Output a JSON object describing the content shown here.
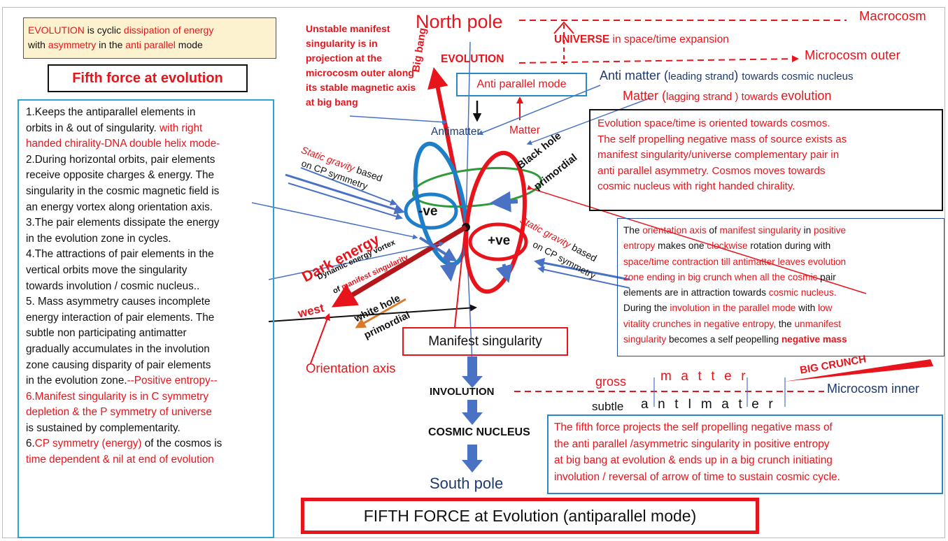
{
  "frame": "",
  "top_note": {
    "t1": "EVOLUTION",
    "t2": " is  cyclic ",
    "t3": "dissipation of energy",
    "t4": "with ",
    "t5": "asymmetry",
    "t6": " in the  ",
    "t7": "anti parallel",
    "t8": " mode"
  },
  "fifth_force_title": "Fifth force at evolution",
  "left_list": {
    "l1": "1.Keeps the  antiparallel elements in",
    "l2a": "orbits in  & out of singularity. ",
    "l2b": "with right",
    "l3": "handed chirality-DNA double helix mode-",
    "l4": "2.During horizontal orbits,  pair elements",
    "l5": "receive opposite charges & energy. The",
    "l6": "singularity in the cosmic magnetic field is",
    "l7": "an energy vortex along orientation axis.",
    "l8": "3.The pair elements dissipate the energy",
    "l9": "in the evolution zone in cycles.",
    "l10": "4.The attractions of pair elements in the",
    "l11": "vertical orbits move the singularity",
    "l12": "towards involution / cosmic nucleus..",
    "l13": "5. Mass asymmetry causes incomplete",
    "l14": "energy interaction of  pair elements. The",
    "l15": "subtle non participating antimatter",
    "l16": "gradually accumulates in the involution",
    "l17": "zone causing  disparity of pair elements",
    "l18a": "in the evolution zone.",
    "l18b": "--Positive entropy--",
    "l19": "6.Manifest singularity is in C symmetry",
    "l20": "depletion  & the P symmetry of universe",
    "l21": "is sustained by complementarity.",
    "l22a": "6.",
    "l22b": "CP symmetry (energy)",
    "l22c": " of the cosmos is",
    "l23": "time dependent & nil at end of evolution"
  },
  "unstable_note": "Unstable manifest singularity is in projection at the microcosm outer along its stable magnetic axis  at big bang",
  "labels": {
    "north_pole": "North pole",
    "evolution": "EVOLUTION",
    "big_bang": "Big bang",
    "macrocosm": "Macrocosm",
    "universe_a": "UNIVERSE",
    "universe_b": " in space/time expansion",
    "microcosm_outer": "Microcosm outer",
    "anti_matter_a": "Anti matter (",
    "anti_matter_b": "leading strand",
    "anti_matter_c": ") ",
    "anti_matter_d": "towards cosmic nucleus",
    "matter_a": "Matter (",
    "matter_b": "lagging strand ",
    "matter_c": ") towards ",
    "matter_d": "evolution",
    "anti_parallel_mode": "Anti parallel mode",
    "antimatter": "Antimatter",
    "matter": "Matter",
    "black_hole": "Black hole",
    "primordial": "primordial",
    "static_gravity_a": "Static gravity",
    "static_gravity_b": " based",
    "on_cp": "on CP symmetry",
    "neg_ve": "-ve",
    "pos_ve": "+ve",
    "dark_energy": "Dark energy",
    "dynamic_vortex": "Dynamic energy vortex",
    "of_manifest_a": "of ",
    "of_manifest_b": "manifest singularity",
    "white_hole": "white hole",
    "primordial2": "primordial",
    "west": "west",
    "orientation_axis": "Orientation axis",
    "manifest_singularity": "Manifest singularity",
    "involution": "INVOLUTION",
    "cosmic_nucleus": "COSMIC NUCLEUS",
    "south_pole": "South pole",
    "gross": "gross",
    "matter_spaced": "m  a  t  t  e  r",
    "big_crunch": "BIG CRUNCH",
    "microcosm_inner": "Microcosm inner",
    "subtle": "subtle",
    "antimater_spaced": "a  n  t  I  m  a  t  e  r",
    "fifth_force_bottom": "FIFTH FORCE at Evolution (antiparallel mode)"
  },
  "black_box": {
    "l1": "Evolution space/time  is oriented towards cosmos.",
    "l2": "The self propelling negative mass of source exists  as",
    "l3": "manifest singularity/universe complementary pair in",
    "l4": "anti parallel asymmetry.  Cosmos  moves towards",
    "l5": "cosmic nucleus with right handed chirality."
  },
  "blue_box1": {
    "a1": "The ",
    "a2": "orientation axis",
    "a3": " of ",
    "a4": "manifest singularity",
    "a5": " in   ",
    "a6": "positive",
    "b1": "entropy",
    "b2": " makes one ",
    "b3": "clockwise",
    "b4": " rotation during with",
    "c1": "space/time contraction till antimatter leaves evolution",
    "d1": "zone ending in big crunch when  all  the  ",
    "d2": "cosmic",
    "d3": " pair",
    "e1": "elements are in attraction towards ",
    "e2": "cosmic nucleus.",
    "f1": "During  the ",
    "f2": "involution in the parallel mode",
    "f3": "  with ",
    "f4": "low",
    "g1": "vitality crunches in negative entropy,",
    "g2": " the ",
    "g3": "unmanifest",
    "h1": "singularity",
    "h2": "  becomes  a  self peopelling ",
    "h3": "negative mass"
  },
  "blue_box2": {
    "l1": "The  fifth force projects the self propelling negative mass of",
    "l2": "the anti parallel /asymmetric singularity in positive entropy",
    "l3": "at big  bang  at evolution & ends up in a big crunch  initiating",
    "l4": "involution / reversal of arrow of time to sustain cosmic cycle."
  },
  "colors": {
    "red": "#e8141b",
    "blue": "#2a87c8",
    "navy": "#1f3a6e",
    "orange": "#d97a2a",
    "green": "#2e9a3a",
    "arrow_blue": "#4a72c4"
  },
  "icons": [
    "arrow",
    "ellipse-orbit"
  ]
}
